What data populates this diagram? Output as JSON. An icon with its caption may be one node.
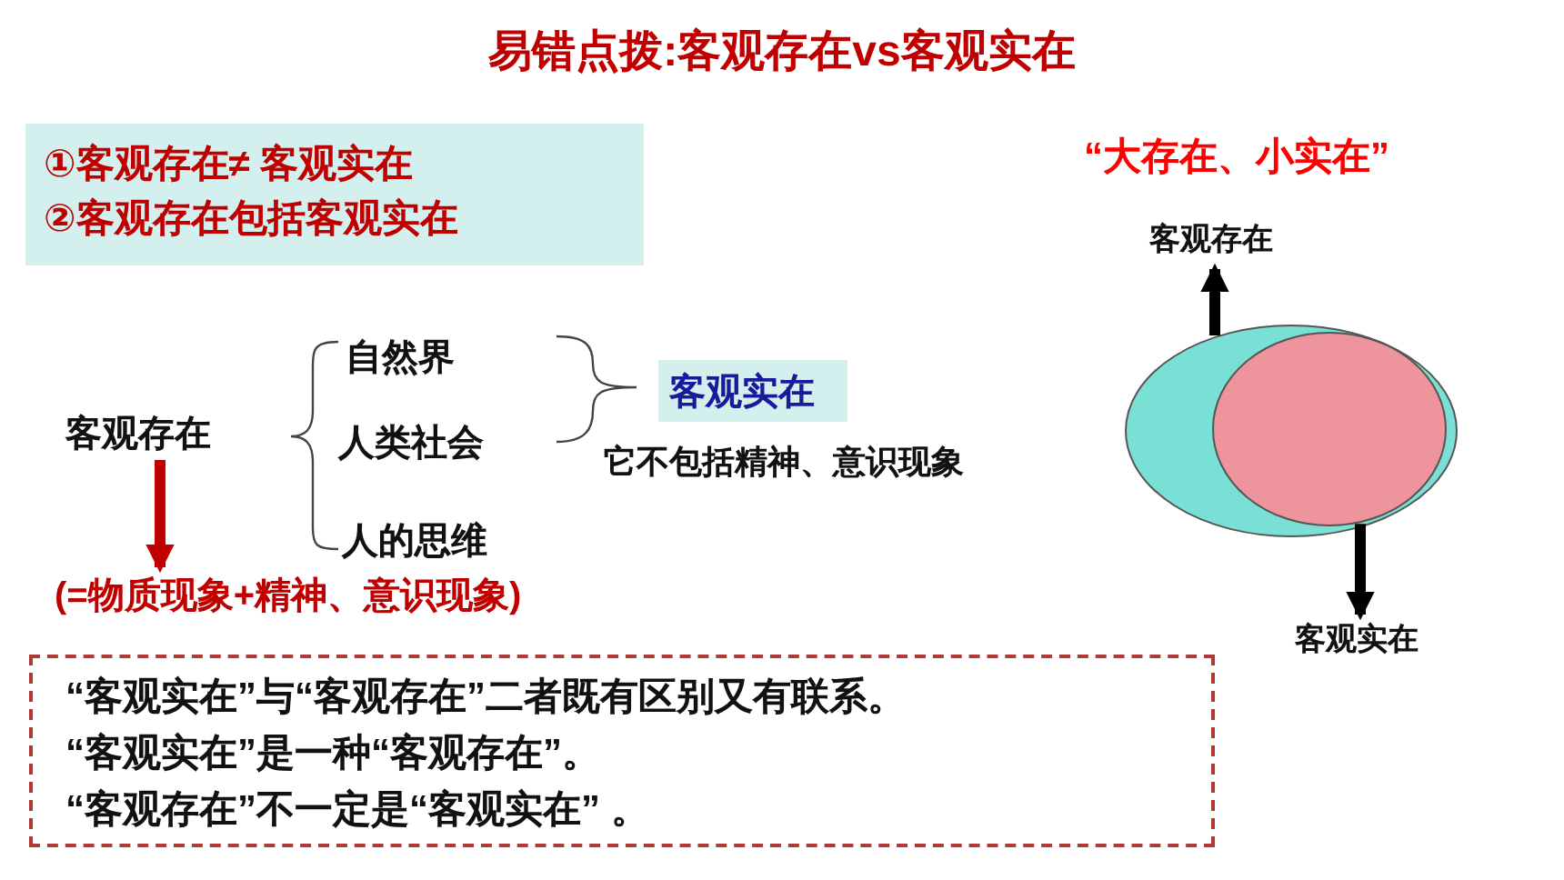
{
  "diagram": {
    "title": "易错点拨:客观存在vs客观实在",
    "nodes": [
      {
        "text": [
          "①客观存在≠ 客观实在",
          "②客观存在包括客观实在"
        ]
      },
      {
        "text": [
          "客观存在"
        ]
      },
      {
        "text": [
          "自然界"
        ]
      },
      {
        "text": [
          "人类社会"
        ]
      },
      {
        "text": [
          "人的思维"
        ]
      },
      {
        "text": [
          "客观实在"
        ],
        "beside": [
          "它不包括精神、意识现象"
        ]
      },
      {
        "text": [
          "(=物质现象+精神、意识现象)"
        ]
      },
      {
        "text": [],
        "shape": "ellipse"
      },
      {
        "text": [],
        "shape": "ellipse",
        "in": 7
      },
      {
        "text": [
          "客观存在"
        ]
      },
      {
        "text": [
          "客观实在"
        ]
      },
      {
        "text": [
          "“客观实在”与“客观存在”二者既有区别又有联系。",
          "“客观实在”是一种“客观存在”。",
          "“客观存在”不一定是“客观实在”  。"
        ]
      }
    ],
    "edges": [
      {
        "from": 1,
        "to": 6,
        "arrow": "to",
        "color": "#c00000"
      },
      {
        "from": 7,
        "to": 9,
        "arrow": "to"
      },
      {
        "from": 8,
        "to": 10,
        "arrow": "to"
      }
    ],
    "labels": [
      "“大存在、小实在”"
    ]
  }
}
